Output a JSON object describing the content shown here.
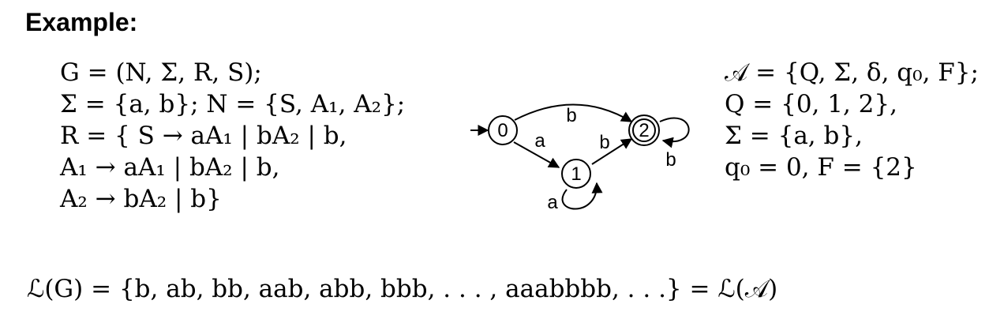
{
  "heading": "Example:",
  "grammar": {
    "lines": [
      "G = (N, Σ, R, S);",
      "Σ = {a, b};  N = {S, A₁, A₂};",
      "R = { S  → aA₁ | bA₂ | b,",
      "A₁ → aA₁ | bA₂ | b,",
      "A₂ → bA₂ | b}"
    ]
  },
  "automaton": {
    "states": [
      "0",
      "1",
      "2"
    ],
    "initial_state": "0",
    "accepting_state": "2",
    "transition_labels": {
      "edge_0_2": "b",
      "edge_0_1": "a",
      "edge_1_2": "b",
      "loop_1": "a",
      "loop_2": "b"
    }
  },
  "automaton_def": {
    "lines": [
      "𝒜 = {Q, Σ, δ, q₀, F};",
      "Q = {0, 1, 2},",
      "Σ = {a, b},",
      "q₀ = 0,  F = {2}"
    ]
  },
  "language": "ℒ(G) = {b, ab, bb, aab, abb, bbb, . . . , aaabbbb, . . .} = ℒ(𝒜)"
}
